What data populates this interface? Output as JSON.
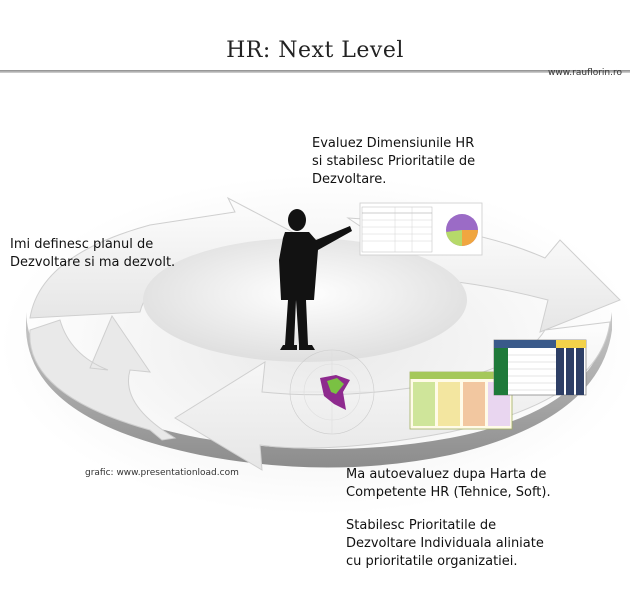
{
  "header": {
    "title": "HR: Next Level",
    "site": "www.rauflorin.ro"
  },
  "captions": {
    "top": "Evaluez Dimensiunile HR\nsi stabilesc Prioritatile de\nDezvoltare.",
    "left": "Imi definesc planul de\nDezvoltare si ma dezvolt.",
    "bottom_1": "Ma autoevaluez dupa Harta de\nCompetente HR (Tehnice, Soft).",
    "bottom_2": "Stabilesc Prioritatile de\nDezvoltare Individuala aliniate\ncu prioritatile organizatiei."
  },
  "credit": "grafic: www.presentationload.com",
  "colors": {
    "ring_light": "#f2f2f2",
    "ring_dark": "#9a9a9a",
    "figure": "#121212",
    "radar_fill": "#8e2a8e",
    "radar_accent": "#7ac143",
    "sheet_green": "#1f7a3a",
    "sheet_header": "#3a5a8a"
  }
}
